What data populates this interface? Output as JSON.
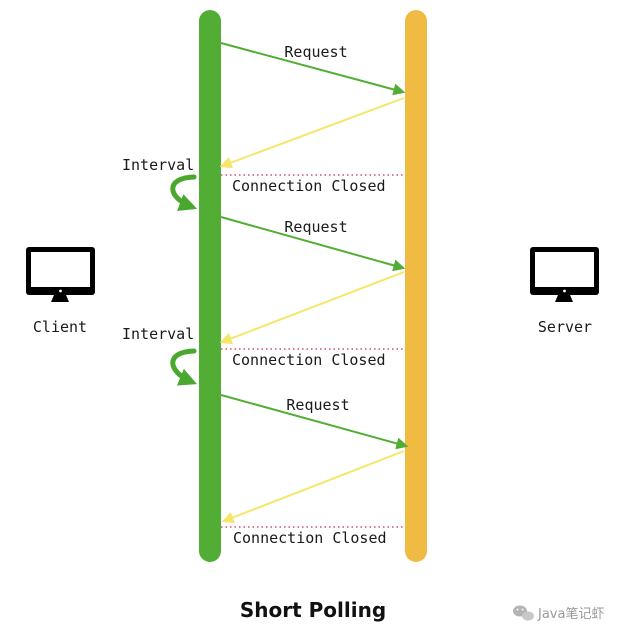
{
  "diagram": {
    "title": "Short Polling",
    "client_label": "Client",
    "server_label": "Server",
    "request_label": "Request",
    "interval_label": "Interval",
    "closed_label": "Connection Closed",
    "watermark": "Java笔记虾",
    "colors": {
      "client_bar": "#52ad34",
      "server_bar": "#f0bb43",
      "request_arrow": "#52ad34",
      "response_arrow": "#f5e66a",
      "closed_line": "#d0506c",
      "interval_arrow": "#4aa82f",
      "monitor": "#000000"
    },
    "icons": {
      "client": "monitor-icon",
      "server": "monitor-icon",
      "watermark": "wechat-icon"
    }
  }
}
